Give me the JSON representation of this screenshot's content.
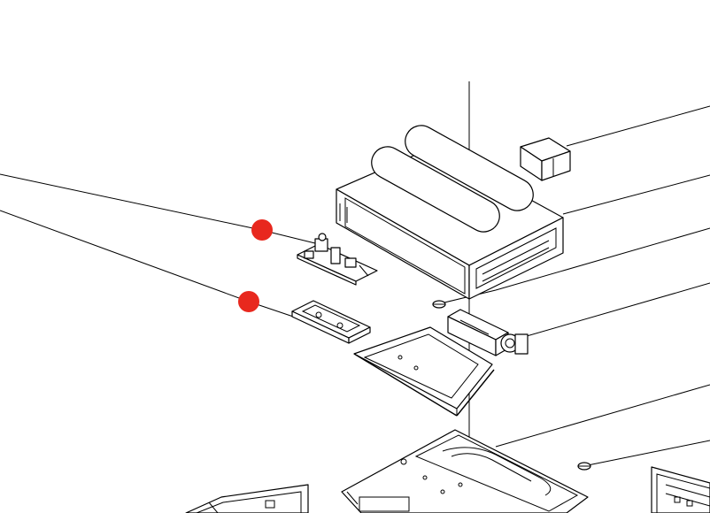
{
  "diagram": {
    "hotspot_color": "#e8281e",
    "line_color": "#000000",
    "background": "#ffffff",
    "hotspots": [
      {
        "name": "hotspot-control-board"
      },
      {
        "name": "hotspot-board-bracket"
      }
    ],
    "parts": [
      "top-cover-panel-part",
      "cover-bracket-part",
      "control-board-part",
      "board-bracket-part",
      "fan-motor-part",
      "duct-frame-part",
      "clip-part",
      "base-panel-part",
      "right-panel-part",
      "left-panel-part"
    ]
  }
}
